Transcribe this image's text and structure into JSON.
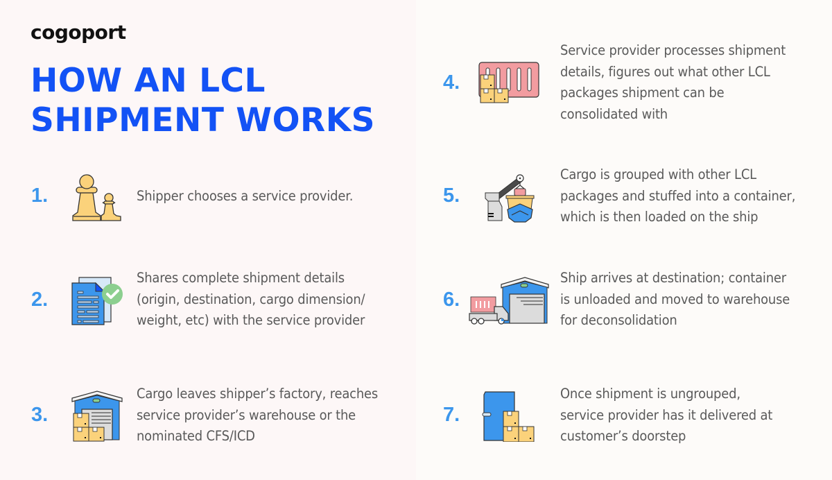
{
  "brand": {
    "logo": "cogoport"
  },
  "title": {
    "line1": "HOW AN LCL",
    "line2": "SHIPMENT WORKS"
  },
  "colors": {
    "title_blue": "#1352f5",
    "number_blue": "#3c96ec",
    "text_gray": "#595959",
    "bg_left": "#fdf7f7",
    "bg_right": "#fdfbf9",
    "icon_yellow": "#fbd27b",
    "icon_blue": "#3c96ec",
    "icon_pink": "#f29ca0",
    "icon_green": "#8ccf8f",
    "icon_gray": "#dcdcdc"
  },
  "steps": [
    {
      "number": "1.",
      "icon": "chess-pawn-icon",
      "lines": [
        "Shipper chooses a service provider."
      ]
    },
    {
      "number": "2.",
      "icon": "document-check-icon",
      "lines": [
        "Shares complete shipment details",
        "(origin, destination, cargo dimension/",
        "weight, etc) with the service provider"
      ]
    },
    {
      "number": "3.",
      "icon": "warehouse-boxes-icon",
      "lines": [
        "Cargo leaves shipper’s factory, reaches",
        "service provider’s warehouse or the",
        "nominated CFS/ICD"
      ]
    },
    {
      "number": "4.",
      "icon": "container-boxes-icon",
      "lines": [
        "Service provider processes shipment",
        "details, figures out what other LCL",
        "packages shipment can be",
        "consolidated with"
      ]
    },
    {
      "number": "5.",
      "icon": "crane-ship-icon",
      "lines": [
        "Cargo is grouped with other LCL",
        "packages and stuffed into a container,",
        "which is then loaded on the ship"
      ]
    },
    {
      "number": "6.",
      "icon": "truck-warehouse-icon",
      "lines": [
        "Ship arrives at destination; container",
        "is unloaded and moved to warehouse",
        "for deconsolidation"
      ]
    },
    {
      "number": "7.",
      "icon": "door-boxes-icon",
      "lines": [
        "Once shipment is ungrouped,",
        "service provider has it delivered at",
        "customer’s doorstep"
      ]
    }
  ]
}
